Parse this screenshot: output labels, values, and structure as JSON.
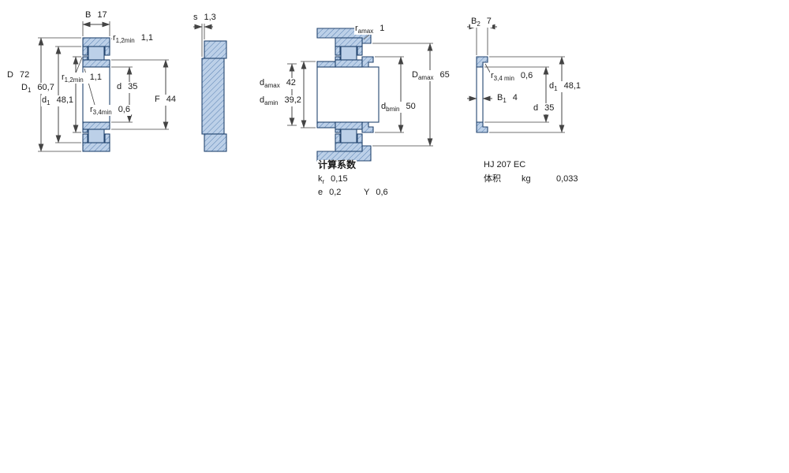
{
  "colors": {
    "section_fill": "#bcd0e8",
    "hatch_line": "#4f79ad",
    "part_outline": "#24456f",
    "dim_line": "#444444",
    "text": "#1a1a1a"
  },
  "views": {
    "front": {
      "labels": {
        "B": {
          "pre": "B",
          "sub": "",
          "val": "17"
        },
        "r12_top": {
          "pre": "r",
          "sub": "1,2min",
          "val": "1,1"
        },
        "D": {
          "pre": "D",
          "sub": "",
          "val": "72"
        },
        "D1": {
          "pre": "D",
          "sub": "1",
          "val": "60,7"
        },
        "r12_inner": {
          "pre": "r",
          "sub": "1,2min",
          "val": "1,1"
        },
        "d1": {
          "pre": "d",
          "sub": "1",
          "val": "48,1"
        },
        "d": {
          "pre": "d",
          "sub": "",
          "val": "35"
        },
        "r34": {
          "pre": "r",
          "sub": "3,4min",
          "val": "0,6"
        },
        "F": {
          "pre": "F",
          "sub": "",
          "val": "44"
        }
      }
    },
    "side": {
      "labels": {
        "s": {
          "pre": "s",
          "sub": "",
          "val": "1,3"
        }
      }
    },
    "mounting": {
      "labels": {
        "ra": {
          "pre": "r",
          "sub": "amax",
          "val": "1"
        },
        "da_max": {
          "pre": "d",
          "sub": "amax",
          "val": "42"
        },
        "da_min": {
          "pre": "d",
          "sub": "amin",
          "val": "39,2"
        },
        "Da_max": {
          "pre": "D",
          "sub": "amax",
          "val": "65"
        },
        "db_min": {
          "pre": "d",
          "sub": "bmin",
          "val": "50"
        }
      },
      "factors": {
        "heading": "计算系数",
        "kr": {
          "pre": "k",
          "sub": "r",
          "val": "0,15"
        },
        "e": {
          "pre": "e",
          "sub": "",
          "val": "0,2"
        },
        "Y": {
          "pre": "Y",
          "sub": "",
          "val": "0,6"
        }
      }
    },
    "angle_ring": {
      "labels": {
        "B2": {
          "pre": "B",
          "sub": "2",
          "val": "7"
        },
        "r34": {
          "pre": "r",
          "sub": "3,4 min",
          "val": "0,6"
        },
        "d1": {
          "pre": "d",
          "sub": "1",
          "val": "48,1"
        },
        "B1": {
          "pre": "B",
          "sub": "1",
          "val": "4"
        },
        "d": {
          "pre": "d",
          "sub": "",
          "val": "35"
        }
      },
      "info": {
        "designation": "HJ 207 EC",
        "mass_label": "体积",
        "mass_unit": "kg",
        "mass_value": "0,033"
      }
    }
  }
}
